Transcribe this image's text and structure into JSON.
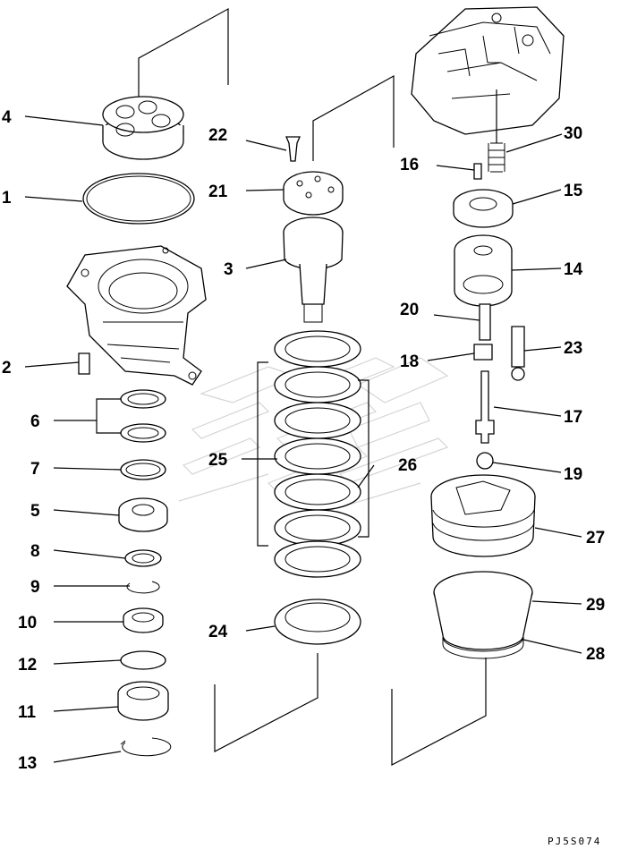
{
  "drawing_code": "PJ5S074",
  "part_numbers": [
    "1",
    "2",
    "3",
    "4",
    "5",
    "6",
    "7",
    "8",
    "9",
    "10",
    "11",
    "12",
    "13",
    "14",
    "15",
    "16",
    "17",
    "18",
    "19",
    "20",
    "21",
    "22",
    "23",
    "24",
    "25",
    "26",
    "27",
    "28",
    "29",
    "30"
  ]
}
